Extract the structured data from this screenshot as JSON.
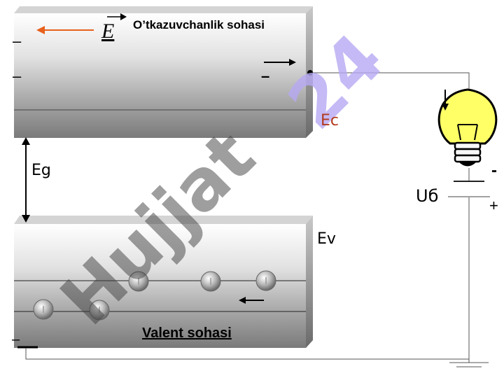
{
  "conduction_band": {
    "title": "O’tkazuvchanlik sohasi",
    "field_symbol": "E",
    "minus_signs": [
      "–",
      "–",
      "–"
    ]
  },
  "valence_band": {
    "title": "Valent sohasi",
    "minus_sign": "–"
  },
  "labels": {
    "ec": "Ec",
    "ev": "Ev",
    "eg": "Eg",
    "voltage": "Uб",
    "battery_minus": "-",
    "battery_plus": "+"
  },
  "watermark": {
    "text_main": "Hujjat",
    "text_num": "24"
  },
  "colors": {
    "field_arrow": "#e8601c",
    "ec_label": "#b23a1e",
    "watermark_gray": "#3d3d3d",
    "watermark_violet": "#b7a9f2",
    "bulb_yellow": "#ffff66"
  }
}
